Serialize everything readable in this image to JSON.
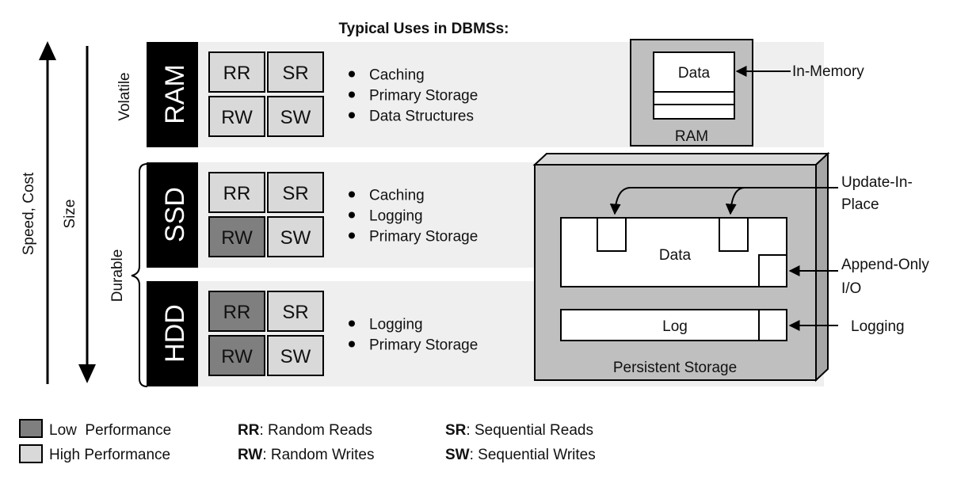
{
  "title": "Typical Uses in DBMSs:",
  "axes": {
    "speed_cost": "Speed, Cost",
    "size": "Size"
  },
  "groups": {
    "volatile": "Volatile",
    "durable": "Durable"
  },
  "tiers": [
    {
      "name": "RAM",
      "ops": [
        {
          "label": "RR",
          "perf": "high"
        },
        {
          "label": "SR",
          "perf": "high"
        },
        {
          "label": "RW",
          "perf": "high"
        },
        {
          "label": "SW",
          "perf": "high"
        }
      ],
      "uses": [
        "Caching",
        "Primary Storage",
        "Data Structures"
      ]
    },
    {
      "name": "SSD",
      "ops": [
        {
          "label": "RR",
          "perf": "high"
        },
        {
          "label": "SR",
          "perf": "high"
        },
        {
          "label": "RW",
          "perf": "low"
        },
        {
          "label": "SW",
          "perf": "high"
        }
      ],
      "uses": [
        "Caching",
        "Logging",
        "Primary Storage"
      ]
    },
    {
      "name": "HDD",
      "ops": [
        {
          "label": "RR",
          "perf": "low"
        },
        {
          "label": "SR",
          "perf": "high"
        },
        {
          "label": "RW",
          "perf": "low"
        },
        {
          "label": "SW",
          "perf": "high"
        }
      ],
      "uses": [
        "Logging",
        "Primary Storage"
      ]
    }
  ],
  "ram_box": {
    "data_label": "Data",
    "caption": "RAM",
    "annotation": "In-Memory"
  },
  "persistent_box": {
    "data_label": "Data",
    "log_label": "Log",
    "caption": "Persistent Storage",
    "annotations": {
      "update_in_place_1": "Update-In-",
      "update_in_place_2": "Place",
      "append_only_1": "Append-Only",
      "append_only_2": "I/O",
      "logging": "Logging"
    }
  },
  "legend": {
    "low": "Low  Performance",
    "high": "High Performance",
    "abbrev": [
      {
        "key": "RR",
        "text": ": Random Reads"
      },
      {
        "key": "RW",
        "text": ": Random Writes"
      },
      {
        "key": "SR",
        "text": ": Sequential Reads"
      },
      {
        "key": "SW",
        "text": ": Sequential Writes"
      }
    ]
  },
  "colors": {
    "low_perf": "#7f7f7f",
    "high_perf": "#d9d9d9",
    "band": "#efefef",
    "tier_label_bg": "#000000",
    "storage_fill": "#bfbfbf"
  }
}
